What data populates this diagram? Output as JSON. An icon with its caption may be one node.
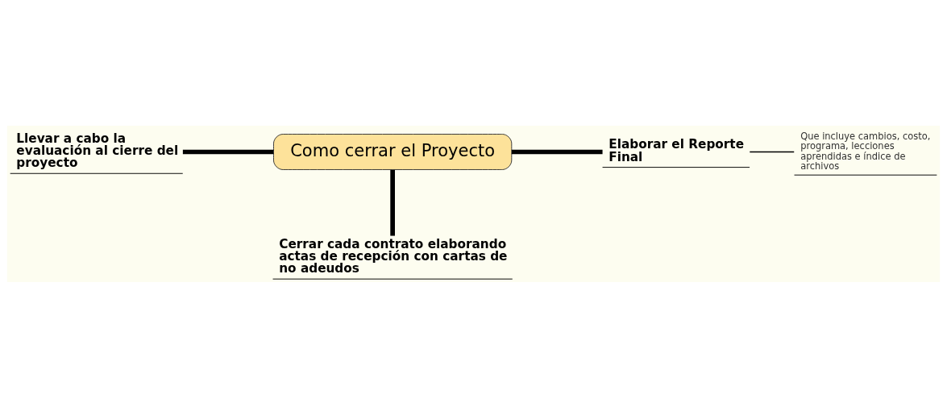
{
  "diagram": {
    "nodes": [
      {
        "text": [
          "Como cerrar el Proyecto"
        ]
      },
      {
        "text": [
          "Llevar a cabo la evaluación al cierre del proyecto"
        ]
      },
      {
        "text": [
          "Elaborar el Reporte Final"
        ]
      },
      {
        "text": [
          "Que incluye cambios, costo, programa, lecciones aprendidas e índice de archivos"
        ]
      },
      {
        "text": [
          "Cerrar cada contrato elaborando actas de recepción con cartas de no adeudos"
        ]
      }
    ],
    "edges": [
      {
        "from": 0,
        "to": 1,
        "arrow": "none"
      },
      {
        "from": 0,
        "to": 2,
        "arrow": "none"
      },
      {
        "from": 2,
        "to": 3,
        "arrow": "none"
      },
      {
        "from": 0,
        "to": 4,
        "arrow": "none"
      }
    ]
  }
}
